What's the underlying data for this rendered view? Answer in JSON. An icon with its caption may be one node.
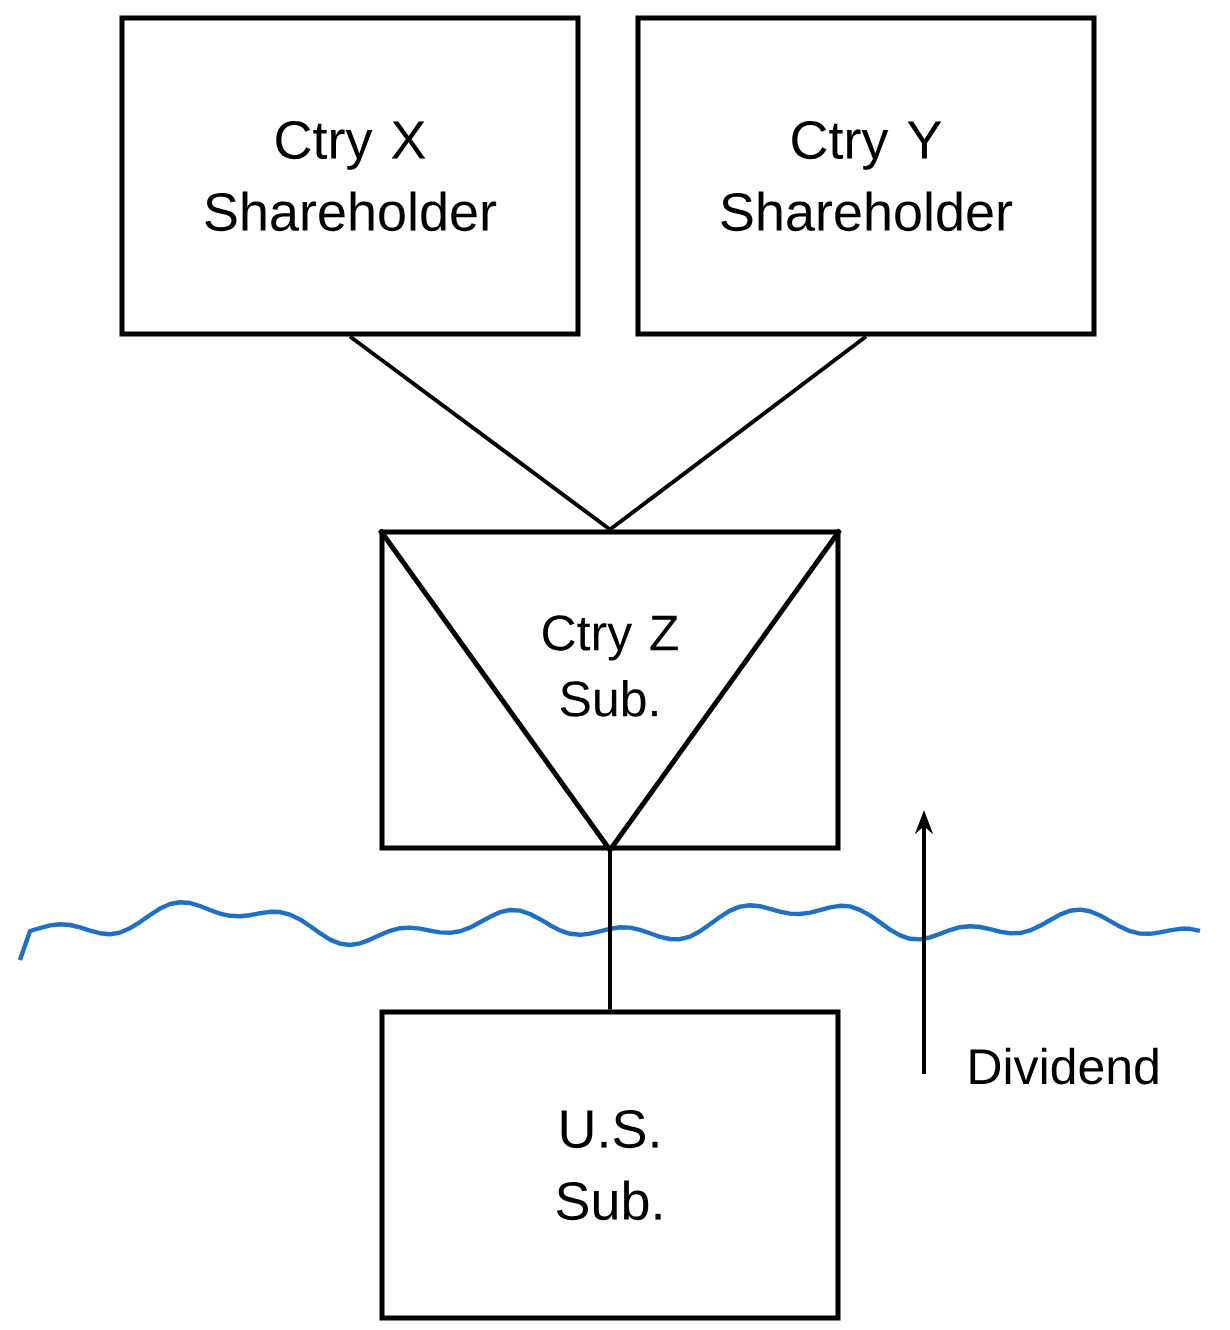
{
  "diagram": {
    "nodes": [
      {
        "text": [
          "Ctry X Shareholder"
        ]
      },
      {
        "text": [
          "Ctry Y Shareholder"
        ]
      },
      {
        "text": [
          "Ctry Z Sub."
        ]
      },
      {
        "text": [
          "U.S. Sub."
        ]
      }
    ],
    "edges": [
      {
        "from": 0,
        "to": 2,
        "arrow": "none"
      },
      {
        "from": 1,
        "to": 2,
        "arrow": "none"
      },
      {
        "from": 2,
        "to": 3,
        "arrow": "none"
      }
    ],
    "labels": [
      "Dividend"
    ]
  }
}
